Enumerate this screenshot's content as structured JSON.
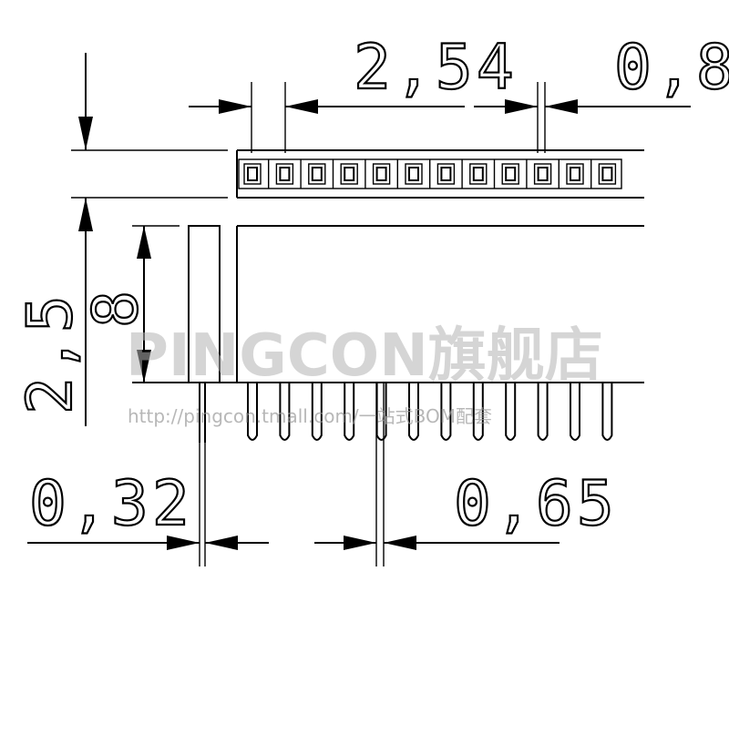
{
  "dimensions": {
    "pitch": "2,54",
    "pin_square": "0,8",
    "header_height": "2,5",
    "body_height": "8",
    "pin_width": "0,32",
    "pin_thickness": "0,65"
  },
  "watermark": {
    "brand": "PINGCON旗舰店",
    "url": "http://pingcon.tmall.com/一站式BOM配套"
  },
  "drawing": {
    "pin_count": 12,
    "stroke_color": "#000000",
    "watermark_color": "#b3b3b3"
  }
}
